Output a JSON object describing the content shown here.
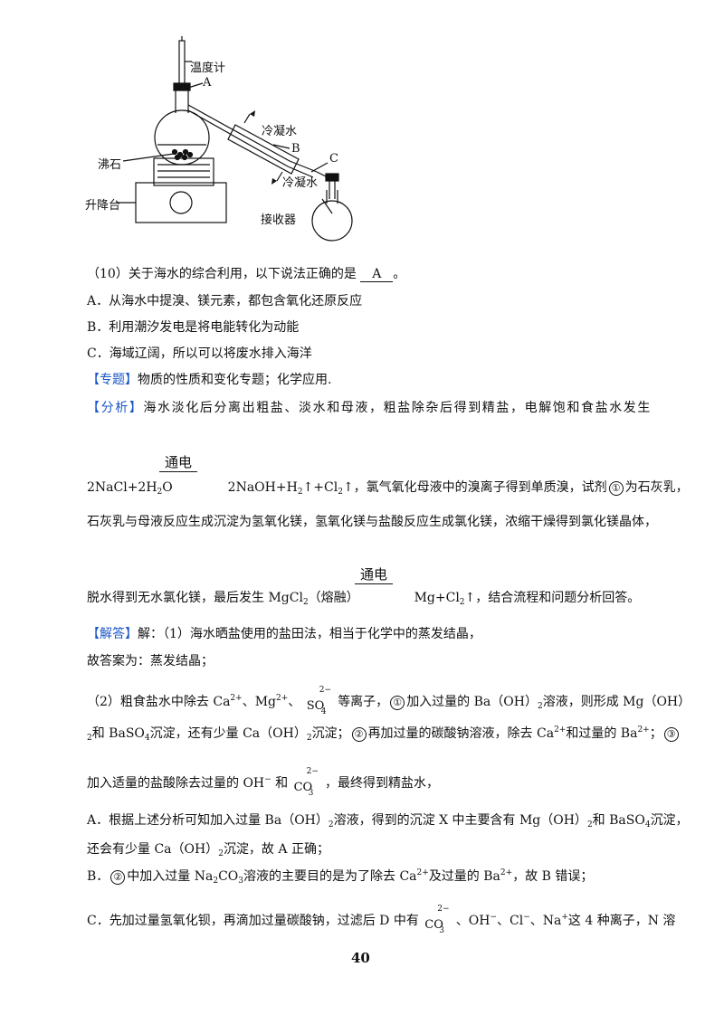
{
  "diagram": {
    "thermometer": "温度计",
    "label_a": "A",
    "cooling_in": "冷凝水",
    "label_b": "B",
    "label_c": "C",
    "cooling_out": "冷凝水",
    "boiling_stone": "沸石",
    "lift_table": "升降台",
    "receiver": "接收器"
  },
  "q10": {
    "stem_pre": "（10）关于海水的综合利用，以下说法正确的是",
    "answer": "A",
    "stem_post": "。",
    "option_a": "A．从海水中提溴、镁元素，都包含氧化还原反应",
    "option_b": "B．利用潮汐发电是将电能转化为动能",
    "option_c": "C．海域辽阔，所以可以将废水排入海洋"
  },
  "topic": {
    "tag": "【专题】",
    "text": "物质的性质和变化专题；化学应用."
  },
  "analysis": {
    "tag": "【分析】",
    "line1": "海水淡化后分离出粗盐、淡水和母液，粗盐除杂后得到精盐，电解饱和食盐水发生",
    "condition1": "通电",
    "eq_left": "2NaCl+2H",
    "eq_left2": "O",
    "eq_right": "2NaOH+H",
    "eq_right2": "↑+Cl",
    "eq_right3": "↑，氯气氧化母液中的溴离子得到单质溴，试剂",
    "reagent_num": "①",
    "reagent_tail": "为石灰乳，",
    "line3": "石灰乳与母液反应生成沉淀为氢氧化镁，氢氧化镁与盐酸反应生成氯化镁，浓缩干燥得到氯化镁晶体，",
    "condition2": "通电",
    "line4_pre": "脱水得到无水氯化镁，最后发生 MgCl",
    "line4_mid": "（熔融）",
    "line4_post": "Mg+Cl",
    "line4_end": "↑，结合流程和问题分析回答。"
  },
  "solution": {
    "tag": "【解答】",
    "p1": "解：（1）海水晒盐使用的盐田法，相当于化学中的蒸发结晶，",
    "p1_ans": "故答案为：蒸发结晶；",
    "p2_a": "（2）粗食盐水中除去 Ca",
    "p2_b": "、Mg",
    "p2_c": "、",
    "p2_d": "等离子，",
    "p2_e": "加入过量的 Ba（OH）",
    "p2_f": "溶液，则形成 Mg（OH）",
    "p3_a": "和 BaSO",
    "p3_b": "沉淀，还有少量 Ca（OH）",
    "p3_c": "沉淀；",
    "p3_d": "再加过量的碳酸钠溶液，除去 Ca",
    "p3_e": "和过量的 Ba",
    "p3_f": "；",
    "p4_a": "加入适量的盐酸除去过量的 OH",
    "p4_b": " 和",
    "p4_c": "，最终得到精盐水，",
    "optA_1": "A．根据上述分析可知加入过量 Ba（OH）",
    "optA_2": "溶液，得到的沉淀 X 中主要含有 Mg（OH）",
    "optA_3": "和 BaSO",
    "optA_4": "沉淀，",
    "optA_5": "还会有少量 Ca（OH）",
    "optA_6": "沉淀，故 A 正确；",
    "optB_1": "B．",
    "optB_2": "中加入过量 Na",
    "optB_3": "CO",
    "optB_4": "溶液的主要目的是为了除去 Ca",
    "optB_5": "及过量的 Ba",
    "optB_6": "，故 B 错误；",
    "optC_1": "C．先加过量氢氧化钡，再滴加过量碳酸钠，过滤后 D 中有",
    "optC_2": "、OH",
    "optC_3": "、Cl",
    "optC_4": "、Na",
    "optC_5": "这 4 种离子，N 溶",
    "so4": "SO",
    "so4_sub": "4",
    "so4_sup": "2−",
    "co3": "CO",
    "co3_sub": "3",
    "co3_sup": "2−",
    "n1": "①",
    "n2": "②",
    "n3": "③",
    "s2": "2",
    "s4": "4",
    "c2p": "2+",
    "minus": "−",
    "plus": "+"
  },
  "page_number": "40",
  "colors": {
    "tag": "#1a56c8",
    "text": "#111111"
  }
}
